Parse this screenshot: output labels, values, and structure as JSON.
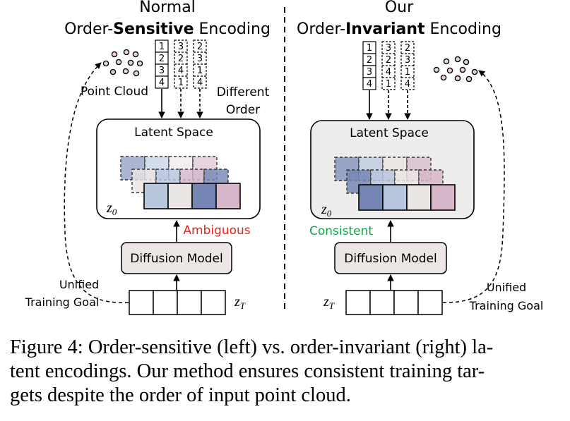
{
  "left": {
    "title_line1": "Normal",
    "title_prefix": "Order-",
    "title_bold": "Sensitive",
    "title_suffix": " Encoding",
    "point_cloud_label": "Point Cloud",
    "different_order_line1": "Different",
    "different_order_line2": "Order",
    "latent_space_label": "Latent Space",
    "z0_label": "z",
    "z0_sub": "0",
    "status_label": "Ambiguous",
    "diffusion_label": "Diffusion Model",
    "goal_line1": "Unified",
    "goal_line2": "Training Goal",
    "zt_label": "z",
    "zt_sub": "T",
    "orders": [
      [
        "1",
        "2",
        "3",
        "4"
      ],
      [
        "3",
        "2",
        "4",
        "1"
      ],
      [
        "2",
        "3",
        "1",
        "4"
      ]
    ]
  },
  "right": {
    "title_line1": "Our",
    "title_prefix": "Order-",
    "title_bold": "Invariant",
    "title_suffix": " Encoding",
    "latent_space_label": "Latent Space",
    "z0_label": "z",
    "z0_sub": "0",
    "status_label": "Consistent",
    "diffusion_label": "Diffusion Model",
    "goal_line1": "Unified",
    "goal_line2": "Training Goal",
    "zt_label": "z",
    "zt_sub": "T",
    "orders": [
      [
        "1",
        "2",
        "3",
        "4"
      ],
      [
        "3",
        "2",
        "4",
        "1"
      ],
      [
        "2",
        "3",
        "1",
        "4"
      ]
    ]
  },
  "colors": {
    "ambiguous": "#e8211a",
    "consistent": "#16a34a",
    "latent_colors": [
      "#7586b4",
      "#b8c6de",
      "#ebe5e3",
      "#d6b7ca"
    ],
    "point": "#e7cfd9"
  },
  "caption": {
    "line1": "Figure 4: Order-sensitive (left) vs. order-invariant (right) la-",
    "line2": "tent encodings. Our method ensures consistent training tar-",
    "line3": "gets despite the order of input point cloud."
  }
}
